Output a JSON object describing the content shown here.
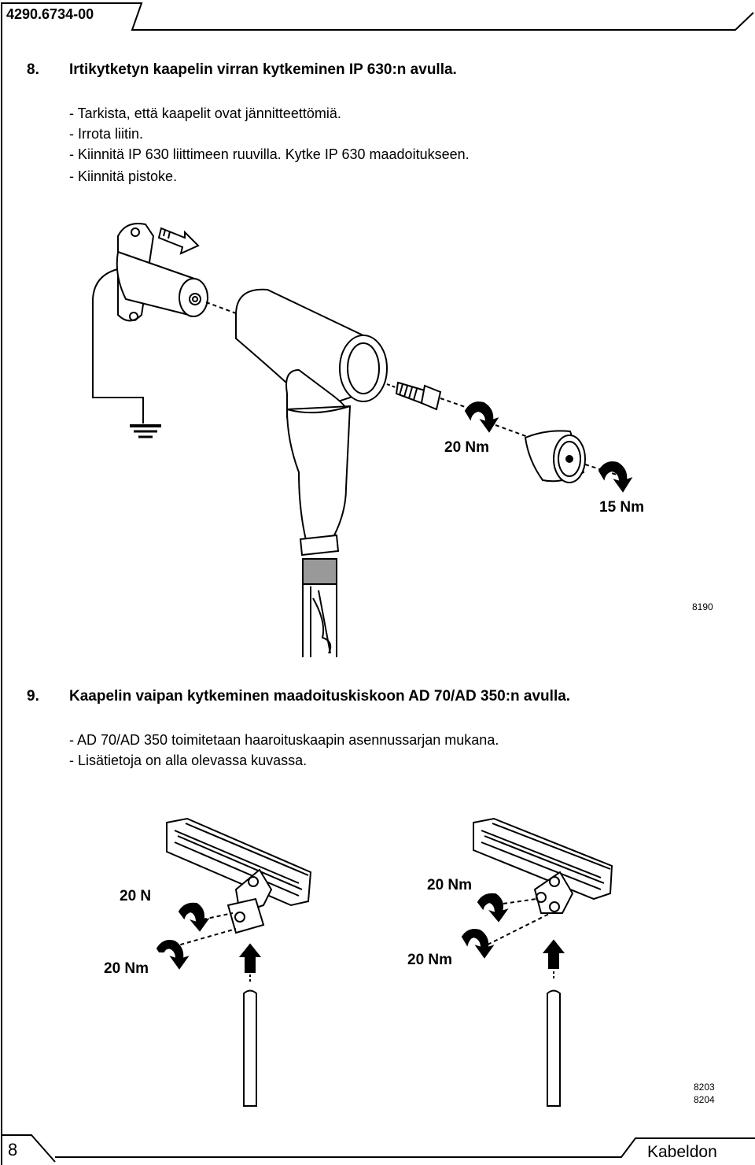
{
  "header": {
    "doc_number": "4290.6734-00"
  },
  "section8": {
    "number": "8.",
    "title": "Irtikytketyn kaapelin virran kytkeminen IP 630:n avulla.",
    "steps": [
      "- Tarkista, että kaapelit ovat jännitteettömiä.",
      "- Irrota liitin.",
      "- Kiinnitä IP 630 liittimeen ruuvilla. Kytke IP 630 maadoitukseen.",
      "- Kiinnitä pistoke."
    ],
    "figure": {
      "torque_a": "20 Nm",
      "torque_b": "15 Nm",
      "fig_id": "8190"
    }
  },
  "section9": {
    "number": "9.",
    "title": "Kaapelin vaipan kytkeminen maadoituskiskoon AD 70/AD 350:n avulla.",
    "steps": [
      "- AD 70/AD 350 toimitetaan haaroituskaapin asennussarjan mukana.",
      "- Lisätietoja on alla olevassa kuvassa."
    ],
    "figure": {
      "left_torque_top": "20 N",
      "left_torque_bottom": "20 Nm",
      "right_torque_top": "20 Nm",
      "right_torque_bottom": "20 Nm",
      "fig_id_1": "8203",
      "fig_id_2": "8204"
    }
  },
  "footer": {
    "page_number": "8",
    "brand": "Kabeldon"
  }
}
